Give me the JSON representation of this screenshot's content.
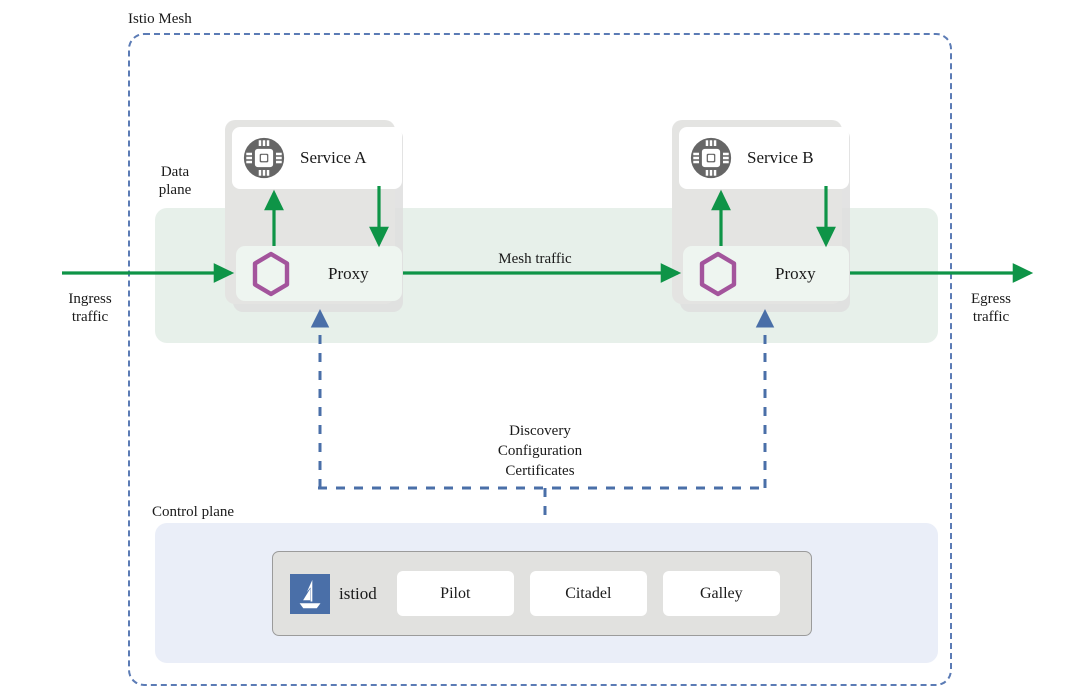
{
  "diagram": {
    "title": "Istio Mesh",
    "colors": {
      "mesh_border": "#5b7bb5",
      "traffic_arrow": "#0e9447",
      "control_arrow": "#4a6fa8",
      "mesh_band": "#e7f0ea",
      "pod": "#e4e4e2",
      "proxy_card": "#eef5f0",
      "control_plane_panel": "#eaeef8",
      "istiod_panel": "#e1e1df",
      "hexagon": "#a3549c",
      "cpu_circle": "#666666",
      "istio_logo_blue": "#4a6fa8"
    }
  },
  "planes": {
    "data_plane_label": "Data\nplane",
    "control_plane_label": "Control plane"
  },
  "traffic": {
    "ingress_label": "Ingress\ntraffic",
    "egress_label": "Egress\ntraffic",
    "mesh_traffic_label": "Mesh traffic",
    "control_channel_label": "Discovery\nConfiguration\nCertificates"
  },
  "pods": [
    {
      "id": "pod-a",
      "service_label": "Service A",
      "service_icon": "cpu-chip-icon",
      "proxy_label": "Proxy",
      "proxy_icon": "hexagon-icon"
    },
    {
      "id": "pod-b",
      "service_label": "Service B",
      "service_icon": "cpu-chip-icon",
      "proxy_label": "Proxy",
      "proxy_icon": "hexagon-icon"
    }
  ],
  "control_plane": {
    "istiod_label": "istiod",
    "istiod_icon": "istio-sail-logo-icon",
    "components": [
      {
        "label": "Pilot"
      },
      {
        "label": "Citadel"
      },
      {
        "label": "Galley"
      }
    ]
  }
}
